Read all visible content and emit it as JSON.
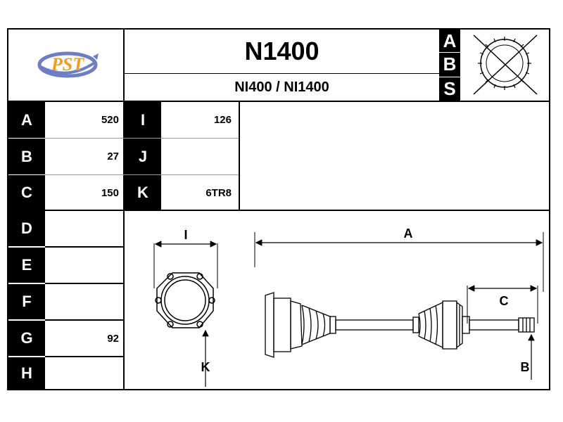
{
  "logo": {
    "text": "PST",
    "colors": {
      "orange": "#f39a21",
      "blue": "#6d7fc2"
    }
  },
  "header": {
    "part_number": "N1400",
    "references": "NI400 / NI1400"
  },
  "abs_badge": {
    "letters": [
      "A",
      "B",
      "S"
    ]
  },
  "dimensions": {
    "rows_left": [
      {
        "key": "A",
        "value": "520"
      },
      {
        "key": "B",
        "value": "27"
      },
      {
        "key": "C",
        "value": "150"
      }
    ],
    "rows_mid": [
      {
        "key": "I",
        "value": "126"
      },
      {
        "key": "J",
        "value": ""
      },
      {
        "key": "K",
        "value": "6TR8"
      }
    ],
    "rows_lower": [
      {
        "key": "D",
        "value": ""
      },
      {
        "key": "E",
        "value": ""
      },
      {
        "key": "F",
        "value": ""
      },
      {
        "key": "G",
        "value": "92"
      },
      {
        "key": "H",
        "value": ""
      }
    ]
  },
  "drawing_labels": {
    "I": "I",
    "A": "A",
    "C": "C",
    "K": "K",
    "B": "B"
  }
}
